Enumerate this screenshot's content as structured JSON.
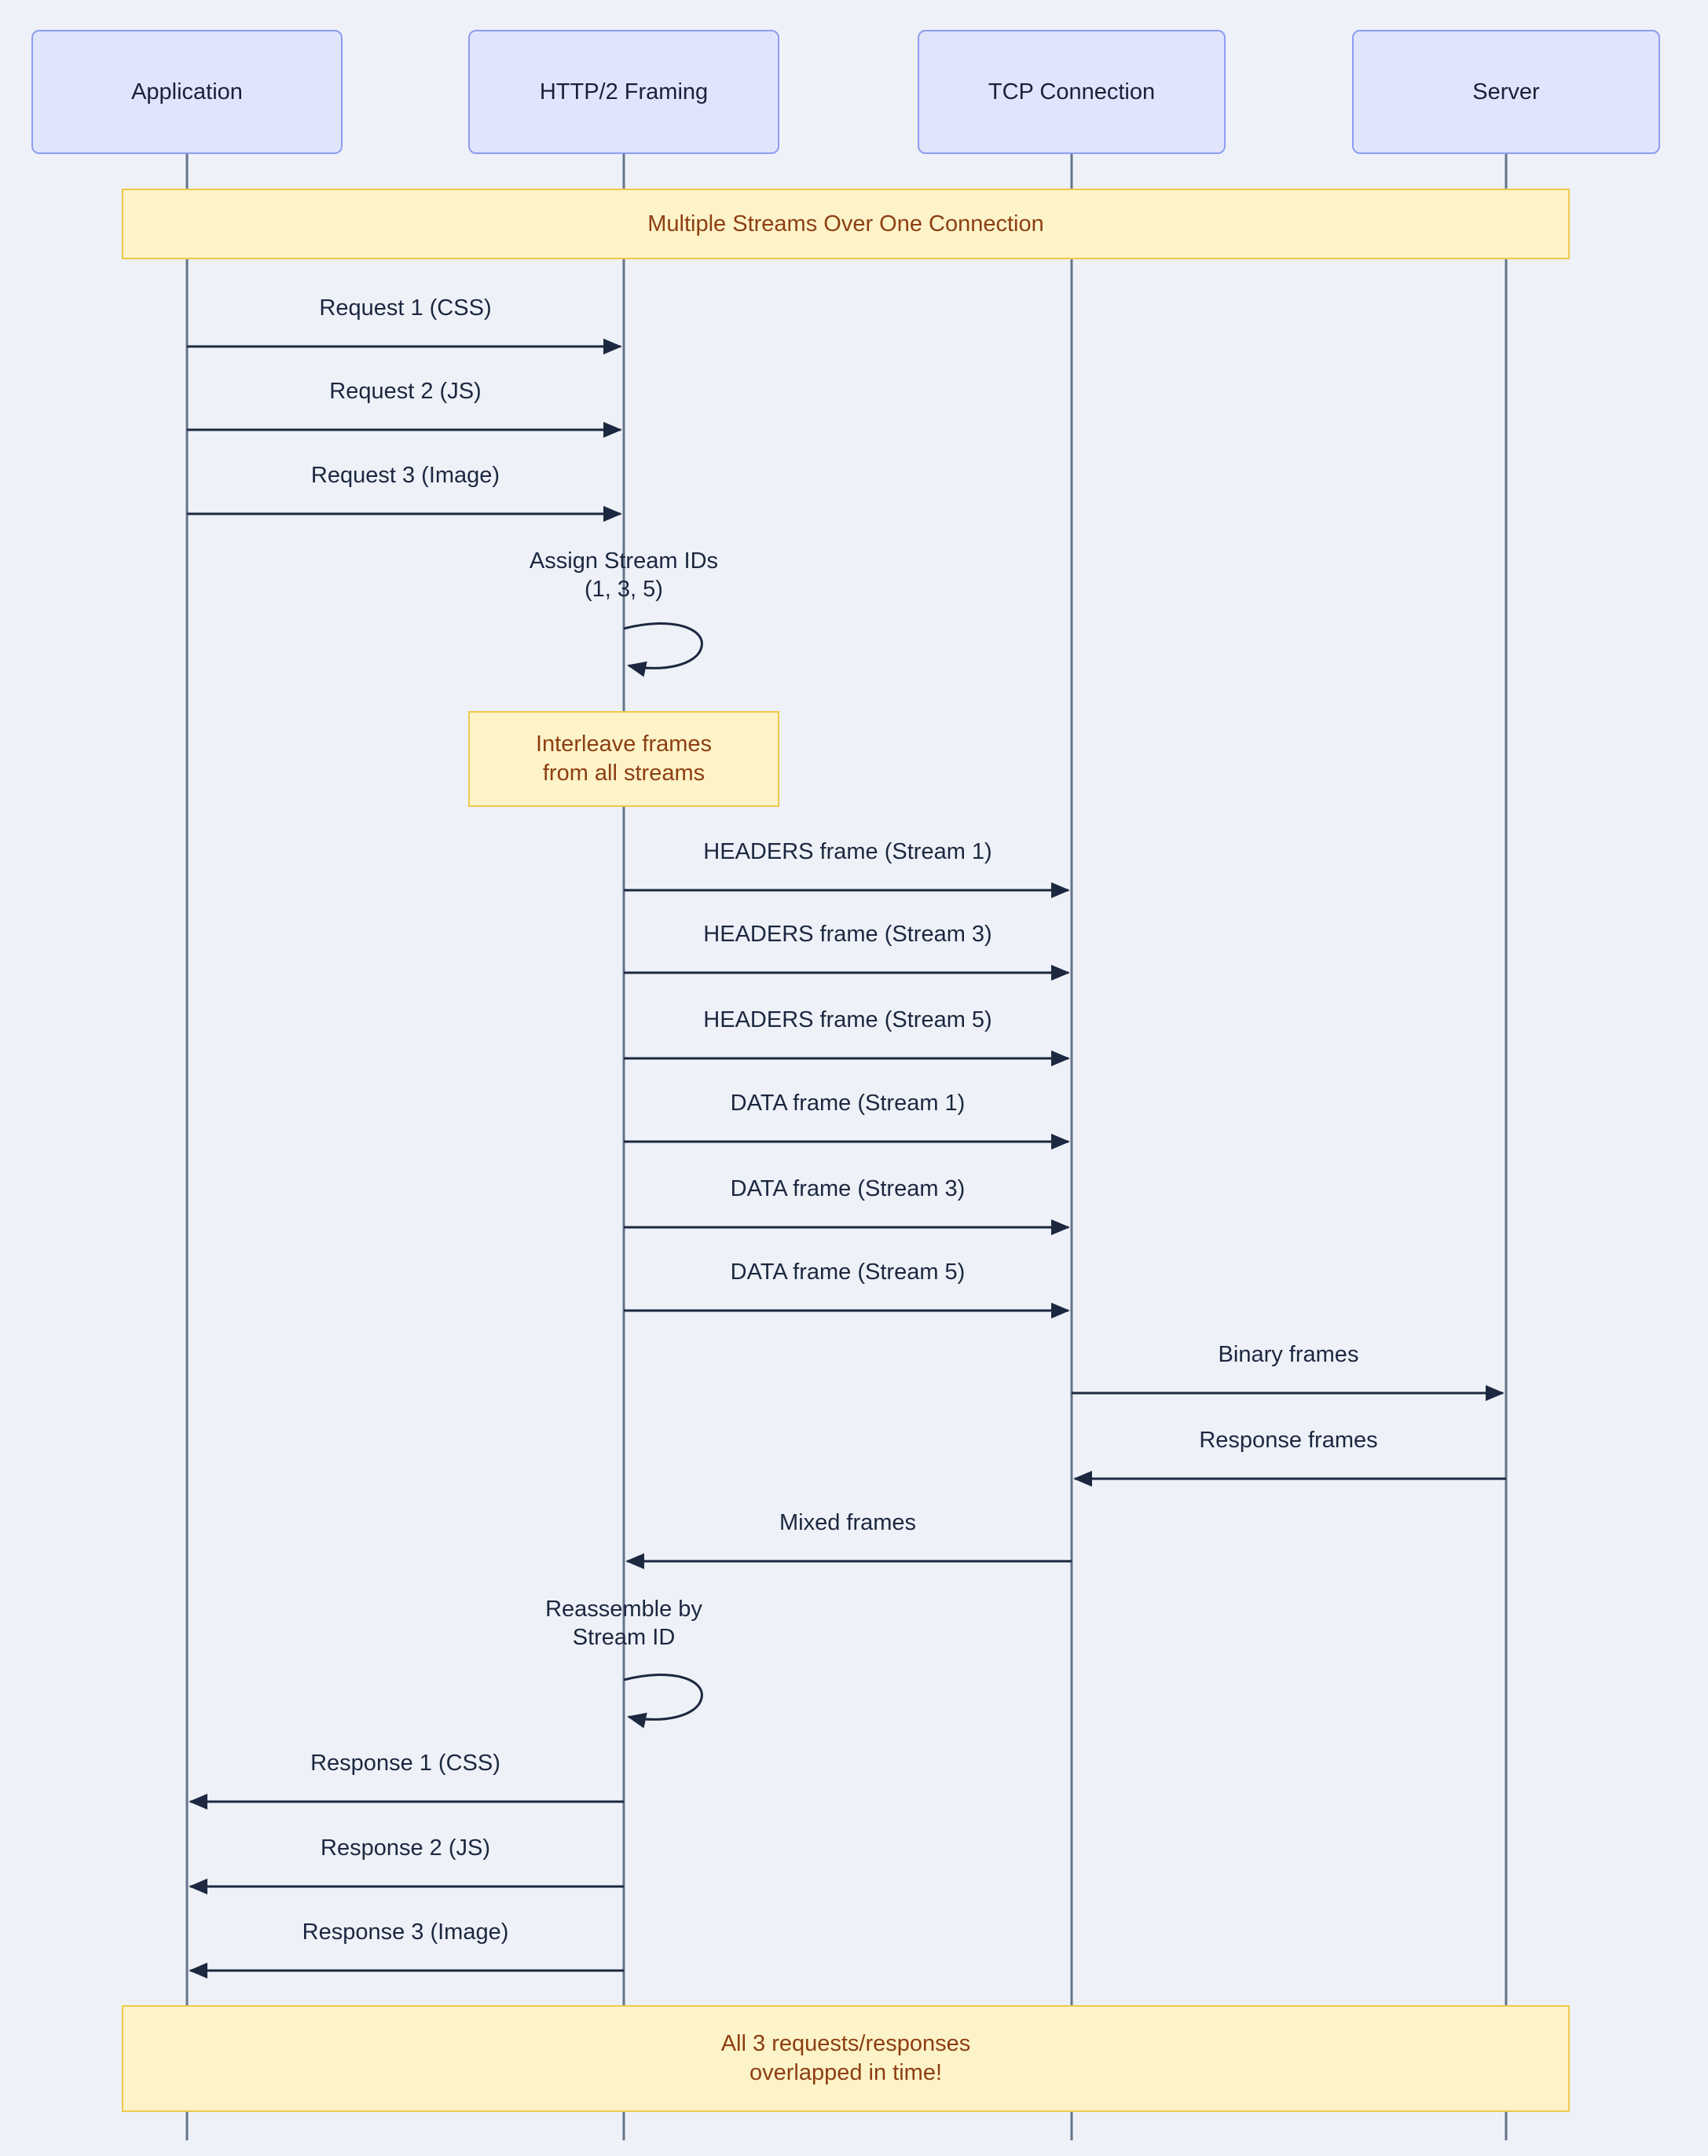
{
  "diagram": {
    "kind": "sequence-diagram",
    "topic": "HTTP/2 multiplexing: multiple streams over one connection"
  },
  "colors": {
    "background": "#eef1f7",
    "actor_fill": "#e1e5fb",
    "actor_border": "#8c9df1",
    "actor_text": "#1a2138",
    "note_fill": "#fdf3c8",
    "note_border": "#eec94b",
    "note_text": "#8e3e13",
    "message_line": "#1c2740",
    "message_text": "#1c2740",
    "lifeline": "#64748b"
  },
  "actors": [
    {
      "label": "Application"
    },
    {
      "label": "HTTP/2 Framing"
    },
    {
      "label": "TCP Connection"
    },
    {
      "label": "Server"
    }
  ],
  "notes": {
    "top_banner": {
      "span": "all participants",
      "line1": "Multiple Streams Over One Connection"
    },
    "interleave": {
      "span": "HTTP/2 Framing",
      "line1": "Interleave frames",
      "line2": "from all streams"
    },
    "footer_banner": {
      "span": "all participants",
      "line1": "All 3 requests/responses",
      "line2": "overlapped in time!"
    }
  },
  "messages": [
    {
      "from": "Application",
      "to": "HTTP/2 Framing",
      "kind": "solid-arrow",
      "line1": "Request 1 (CSS)"
    },
    {
      "from": "Application",
      "to": "HTTP/2 Framing",
      "kind": "solid-arrow",
      "line1": "Request 2 (JS)"
    },
    {
      "from": "Application",
      "to": "HTTP/2 Framing",
      "kind": "solid-arrow",
      "line1": "Request 3 (Image)"
    },
    {
      "from": "HTTP/2 Framing",
      "to": "HTTP/2 Framing",
      "kind": "self-loop",
      "line1": "Assign Stream IDs",
      "line2": "(1, 3, 5)"
    },
    {
      "from": "HTTP/2 Framing",
      "to": "TCP Connection",
      "kind": "solid-arrow",
      "line1": "HEADERS frame (Stream 1)"
    },
    {
      "from": "HTTP/2 Framing",
      "to": "TCP Connection",
      "kind": "solid-arrow",
      "line1": "HEADERS frame (Stream 3)"
    },
    {
      "from": "HTTP/2 Framing",
      "to": "TCP Connection",
      "kind": "solid-arrow",
      "line1": "HEADERS frame (Stream 5)"
    },
    {
      "from": "HTTP/2 Framing",
      "to": "TCP Connection",
      "kind": "solid-arrow",
      "line1": "DATA frame (Stream 1)"
    },
    {
      "from": "HTTP/2 Framing",
      "to": "TCP Connection",
      "kind": "solid-arrow",
      "line1": "DATA frame (Stream 3)"
    },
    {
      "from": "HTTP/2 Framing",
      "to": "TCP Connection",
      "kind": "solid-arrow",
      "line1": "DATA frame (Stream 5)"
    },
    {
      "from": "TCP Connection",
      "to": "Server",
      "kind": "solid-arrow",
      "line1": "Binary frames"
    },
    {
      "from": "Server",
      "to": "TCP Connection",
      "kind": "solid-arrow",
      "line1": "Response frames"
    },
    {
      "from": "TCP Connection",
      "to": "HTTP/2 Framing",
      "kind": "solid-arrow",
      "line1": "Mixed frames"
    },
    {
      "from": "HTTP/2 Framing",
      "to": "HTTP/2 Framing",
      "kind": "self-loop",
      "line1": "Reassemble by",
      "line2": "Stream ID"
    },
    {
      "from": "HTTP/2 Framing",
      "to": "Application",
      "kind": "solid-arrow",
      "line1": "Response 1 (CSS)"
    },
    {
      "from": "HTTP/2 Framing",
      "to": "Application",
      "kind": "solid-arrow",
      "line1": "Response 2 (JS)"
    },
    {
      "from": "HTTP/2 Framing",
      "to": "Application",
      "kind": "solid-arrow",
      "line1": "Response 3 (Image)"
    }
  ]
}
